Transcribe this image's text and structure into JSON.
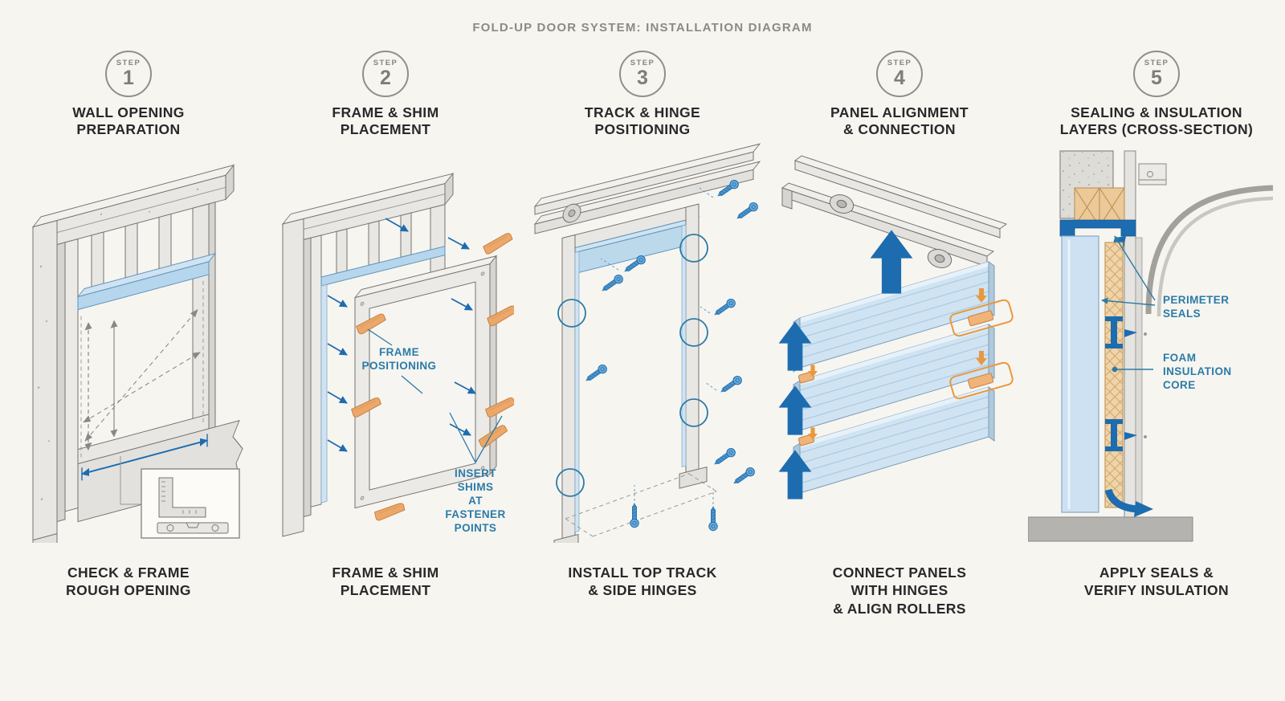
{
  "title": "FOLD-UP DOOR SYSTEM: INSTALLATION DIAGRAM",
  "steps": [
    {
      "badge_label": "STEP",
      "number": "1",
      "heading": "WALL OPENING\nPREPARATION",
      "caption": "CHECK & FRAME\nROUGH OPENING",
      "annotations": {}
    },
    {
      "badge_label": "STEP",
      "number": "2",
      "heading": "FRAME & SHIM\nPLACEMENT",
      "caption": "FRAME & SHIM\nPLACEMENT",
      "annotations": {
        "frame_positioning": "FRAME\nPOSITIONING",
        "insert_shims": "INSERT SHIMS\nAT FASTENER\nPOINTS"
      }
    },
    {
      "badge_label": "STEP",
      "number": "3",
      "heading": "TRACK & HINGE\nPOSITIONING",
      "caption": "INSTALL TOP TRACK\n& SIDE HINGES",
      "annotations": {}
    },
    {
      "badge_label": "STEP",
      "number": "4",
      "heading": "PANEL ALIGNMENT\n& CONNECTION",
      "caption": "CONNECT PANELS\nWITH HINGES\n& ALIGN ROLLERS",
      "annotations": {}
    },
    {
      "badge_label": "STEP",
      "number": "5",
      "heading": "SEALING & INSULATION\nLAYERS (CROSS-SECTION)",
      "caption": "APPLY SEALS &\nVERIFY INSULATION",
      "annotations": {
        "perimeter_seals": "PERIMETER\nSEALS",
        "foam_core": "FOAM\nINSULATION\nCORE"
      }
    }
  ],
  "colors": {
    "background": "#f7f5f0",
    "annotation_blue": "#2b7ba8",
    "arrow_blue": "#1d6cb0",
    "header_blue_fill": "#b5d6ec",
    "panel_blue_fill": "#cfe3f2",
    "shim_orange": "#eba86a",
    "connector_orange": "#e8983f",
    "foam_tan": "#eed4a8",
    "wood_tan": "#ecc998",
    "steel_light": "#e9e7e3",
    "steel_stroke": "#76746f",
    "dim_gray": "#8a8886",
    "heading_text": "#29282a",
    "muted_text": "#8c8a86"
  }
}
